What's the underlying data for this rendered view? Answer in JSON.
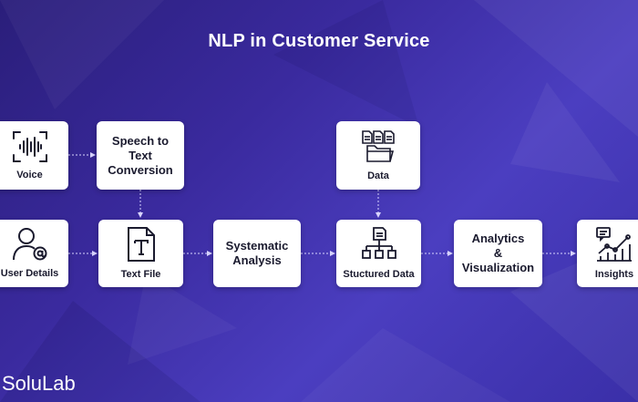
{
  "title": "NLP in Customer Service",
  "brand": "SoluLab",
  "colors": {
    "background": "#3a2a9e",
    "card": "#ffffff",
    "text": "#1a1a2e",
    "connector": "#d8d4ff"
  },
  "nodes": {
    "voice": {
      "label": "Voice",
      "icon": "voice-waveform-icon"
    },
    "speech": {
      "label": "Speech to\nText\nConversion"
    },
    "data": {
      "label": "Data",
      "icon": "documents-folder-icon"
    },
    "user": {
      "label": "User Details",
      "icon": "user-at-icon"
    },
    "textfile": {
      "label": "Text File",
      "icon": "text-file-icon"
    },
    "systematic": {
      "label": "Systematic\nAnalysis"
    },
    "structured": {
      "label": "Stuctured Data",
      "icon": "hierarchy-icon"
    },
    "analytics": {
      "label": "Analytics\n&\nVisualization"
    },
    "insights": {
      "label": "Insights",
      "icon": "chart-insights-icon"
    }
  }
}
